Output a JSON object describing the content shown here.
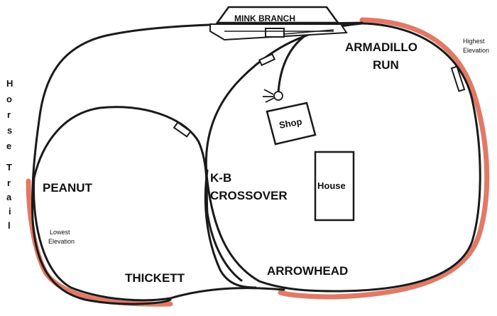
{
  "map": {
    "colors": {
      "track": "#1a1a1a",
      "accent": "#e07a66",
      "background": "#ffffff"
    },
    "labels": {
      "mink_branch": "MINK BRANCH",
      "armadillo_line1": "ARMADILLO",
      "armadillo_line2": "RUN",
      "highest_line1": "Highest",
      "highest_line2": "Elevation",
      "shop": "Shop",
      "house": "House",
      "kb_line1": "K-B",
      "kb_line2": "CROSSOVER",
      "peanut": "PEANUT",
      "lowest_line1": "Lowest",
      "lowest_line2": "Elevation",
      "thickett": "THICKETT",
      "arrowhead": "ARROWHEAD",
      "horse_trail_letters": [
        "H",
        "o",
        "r",
        "s",
        "e",
        "T",
        "r",
        "a",
        "i",
        "l"
      ]
    }
  }
}
